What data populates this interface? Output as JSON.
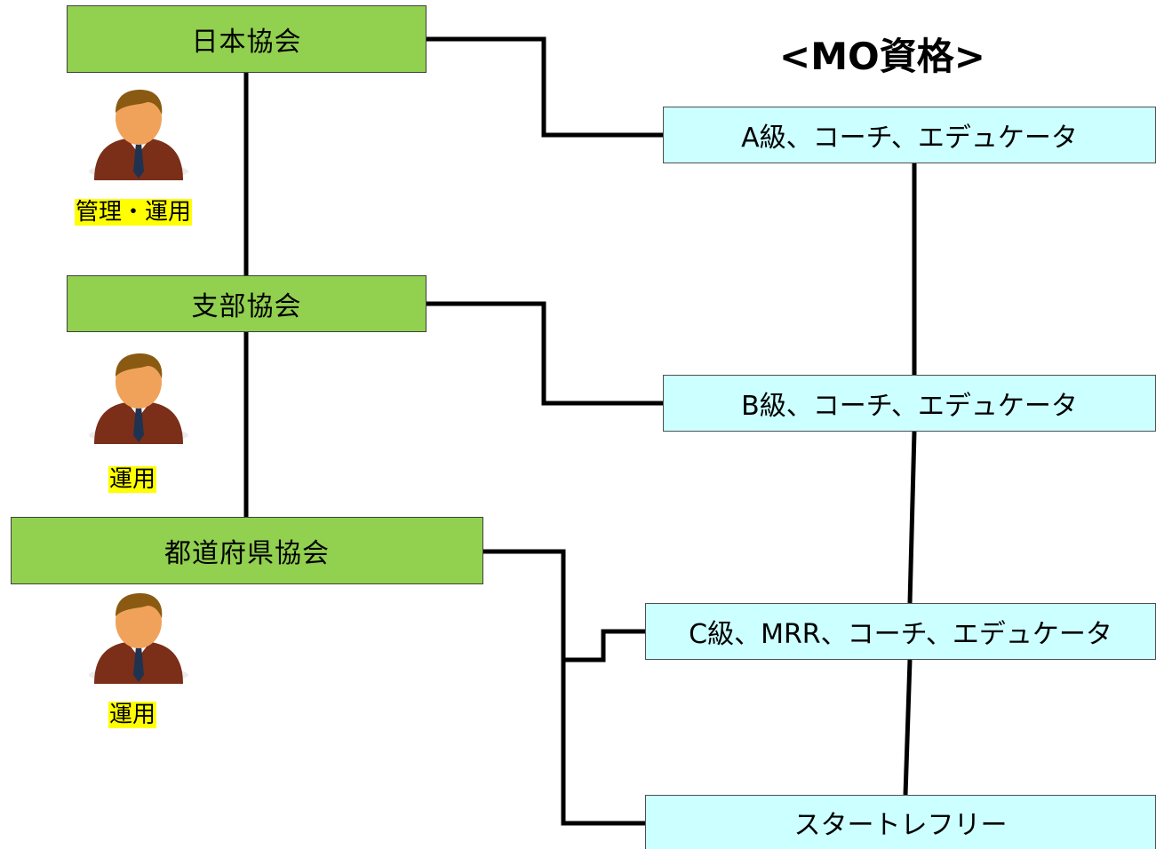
{
  "heading": "<MO資格>",
  "organizations": [
    {
      "label": "日本協会",
      "role": "管理・運用"
    },
    {
      "label": "支部協会",
      "role": "運用"
    },
    {
      "label": "都道府県協会",
      "role": "運用"
    }
  ],
  "qualifications": [
    {
      "label": "A級、コーチ、エデュケータ"
    },
    {
      "label": "B級、コーチ、エデュケータ"
    },
    {
      "label": "C級、MRR、コーチ、エデュケータ"
    },
    {
      "label": "スタートレフリー"
    }
  ],
  "icons": [
    "person-icon"
  ],
  "colors": {
    "organization_fill": "#92d050",
    "qualification_fill": "#ccffff",
    "role_highlight": "#ffff00",
    "connector": "#000000"
  }
}
